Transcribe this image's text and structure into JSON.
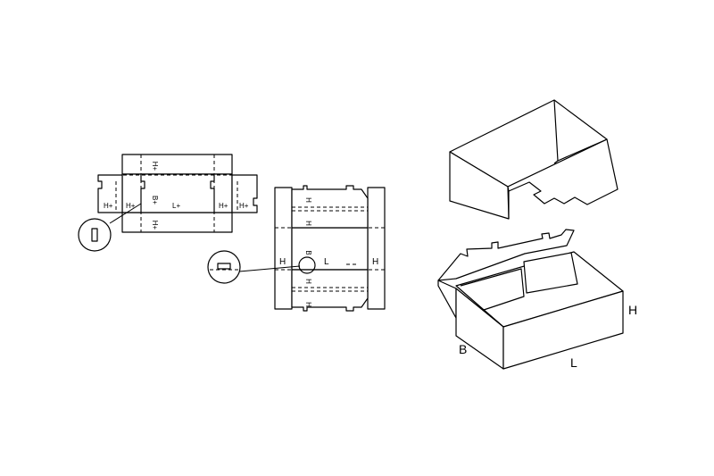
{
  "blank_small": {
    "labels": {
      "h_top": "H+",
      "h_left_flap": "H+",
      "h_left_inner": "H+",
      "b": "B+",
      "l": "L+",
      "h_right_inner": "H+",
      "h_right_flap": "H+",
      "h_bottom": "H+"
    }
  },
  "blank_large": {
    "labels": {
      "h_top_1": "H",
      "h_top_2": "H",
      "h_left": "H",
      "b": "B",
      "l": "L",
      "h_right": "H",
      "h_bot_1": "H",
      "h_bot_2": "H"
    }
  },
  "box_3d": {
    "labels": {
      "b": "B",
      "l": "L",
      "h": "H"
    }
  }
}
